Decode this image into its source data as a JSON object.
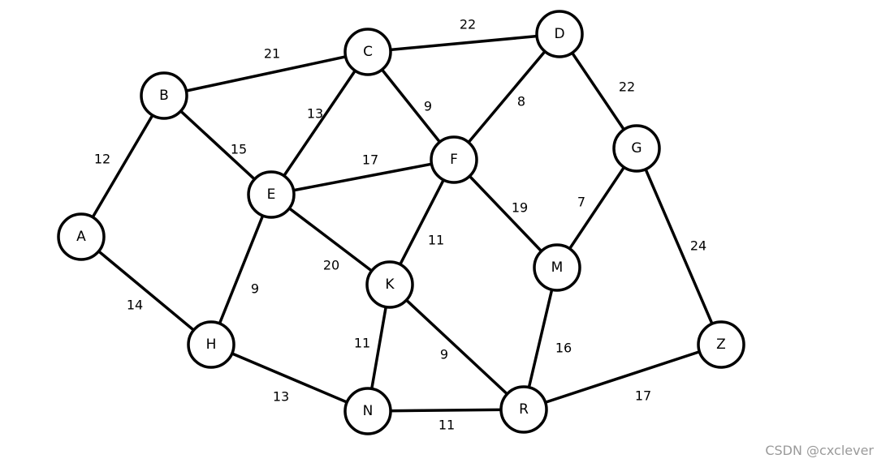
{
  "graph": {
    "nodes": [
      "A",
      "B",
      "C",
      "D",
      "E",
      "F",
      "G",
      "H",
      "K",
      "M",
      "N",
      "R",
      "Z"
    ],
    "edges": [
      {
        "from": "A",
        "to": "B",
        "weight": "12"
      },
      {
        "from": "A",
        "to": "H",
        "weight": "14"
      },
      {
        "from": "B",
        "to": "C",
        "weight": "21"
      },
      {
        "from": "B",
        "to": "E",
        "weight": "15"
      },
      {
        "from": "C",
        "to": "D",
        "weight": "22"
      },
      {
        "from": "C",
        "to": "E",
        "weight": "13"
      },
      {
        "from": "C",
        "to": "F",
        "weight": "9"
      },
      {
        "from": "D",
        "to": "F",
        "weight": "8"
      },
      {
        "from": "D",
        "to": "G",
        "weight": "22"
      },
      {
        "from": "E",
        "to": "F",
        "weight": "17"
      },
      {
        "from": "E",
        "to": "H",
        "weight": "9"
      },
      {
        "from": "E",
        "to": "K",
        "weight": "20"
      },
      {
        "from": "F",
        "to": "K",
        "weight": "11"
      },
      {
        "from": "F",
        "to": "M",
        "weight": "19"
      },
      {
        "from": "G",
        "to": "M",
        "weight": "7"
      },
      {
        "from": "G",
        "to": "Z",
        "weight": "24"
      },
      {
        "from": "H",
        "to": "N",
        "weight": "13"
      },
      {
        "from": "K",
        "to": "N",
        "weight": "11"
      },
      {
        "from": "K",
        "to": "R",
        "weight": "9"
      },
      {
        "from": "M",
        "to": "R",
        "weight": "16"
      },
      {
        "from": "N",
        "to": "R",
        "weight": "11"
      },
      {
        "from": "R",
        "to": "Z",
        "weight": "17"
      }
    ]
  },
  "watermark": "CSDN @cxclever"
}
